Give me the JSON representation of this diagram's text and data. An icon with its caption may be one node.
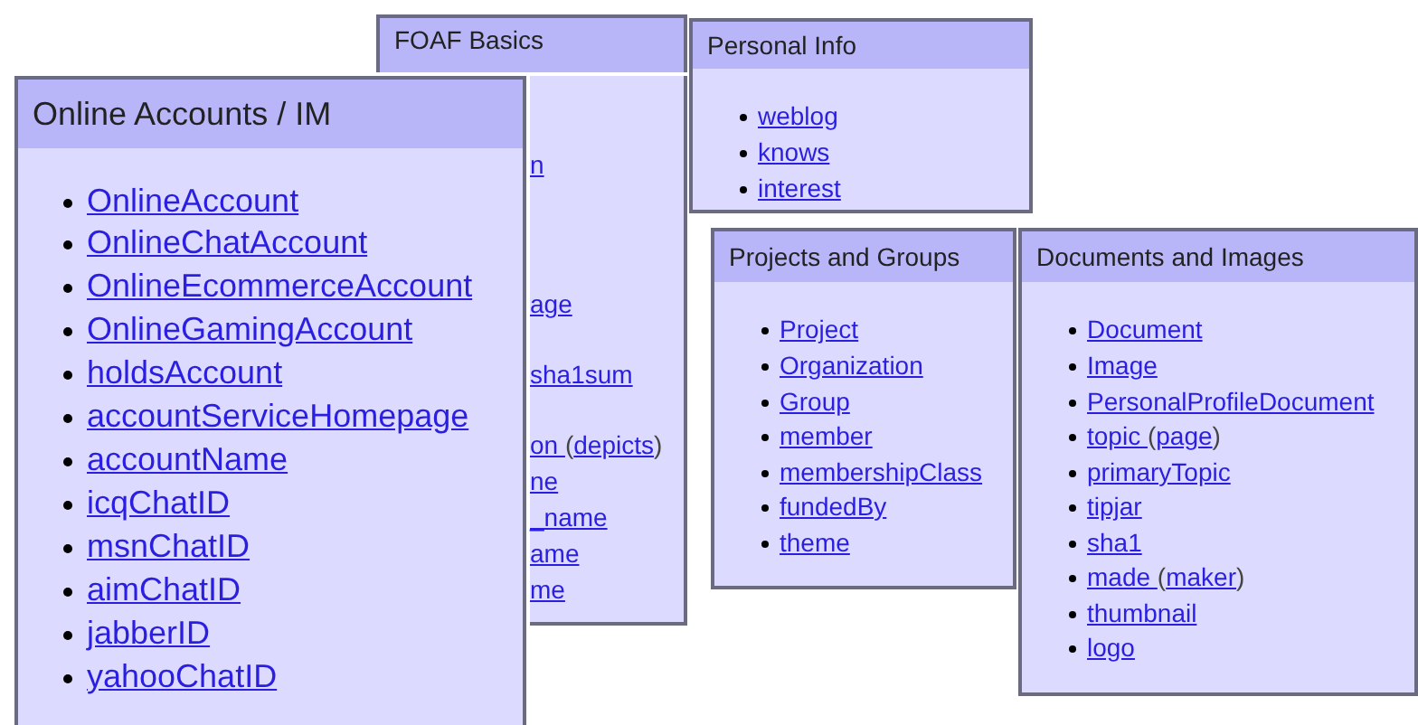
{
  "diagram": {
    "nodes": [
      {
        "text": [
          "Online Accounts / IM",
          "OnlineAccount",
          "OnlineChatAccount",
          "OnlineEcommerceAccount",
          "OnlineGamingAccount",
          "holdsAccount",
          "accountServiceHomepage",
          "accountName",
          "icqChatID",
          "msnChatID",
          "aimChatID",
          "jabberID",
          "yahooChatID"
        ]
      },
      {
        "text": [
          "FOAF Basics",
          "n",
          "age",
          "sha1sum",
          "on (depicts)",
          "ne",
          "_name",
          "ame",
          "me"
        ]
      },
      {
        "text": [
          "Personal Info",
          "weblog",
          "knows",
          "interest"
        ]
      },
      {
        "text": [
          "Projects and Groups",
          "Project",
          "Organization",
          "Group",
          "member",
          "membershipClass",
          "fundedBy",
          "theme"
        ]
      },
      {
        "text": [
          "Documents and Images",
          "Document",
          "Image",
          "PersonalProfileDocument",
          "topic (page)",
          "primaryTopic",
          "tipjar",
          "sha1",
          "made (maker)",
          "thumbnail",
          "logo"
        ]
      }
    ]
  }
}
